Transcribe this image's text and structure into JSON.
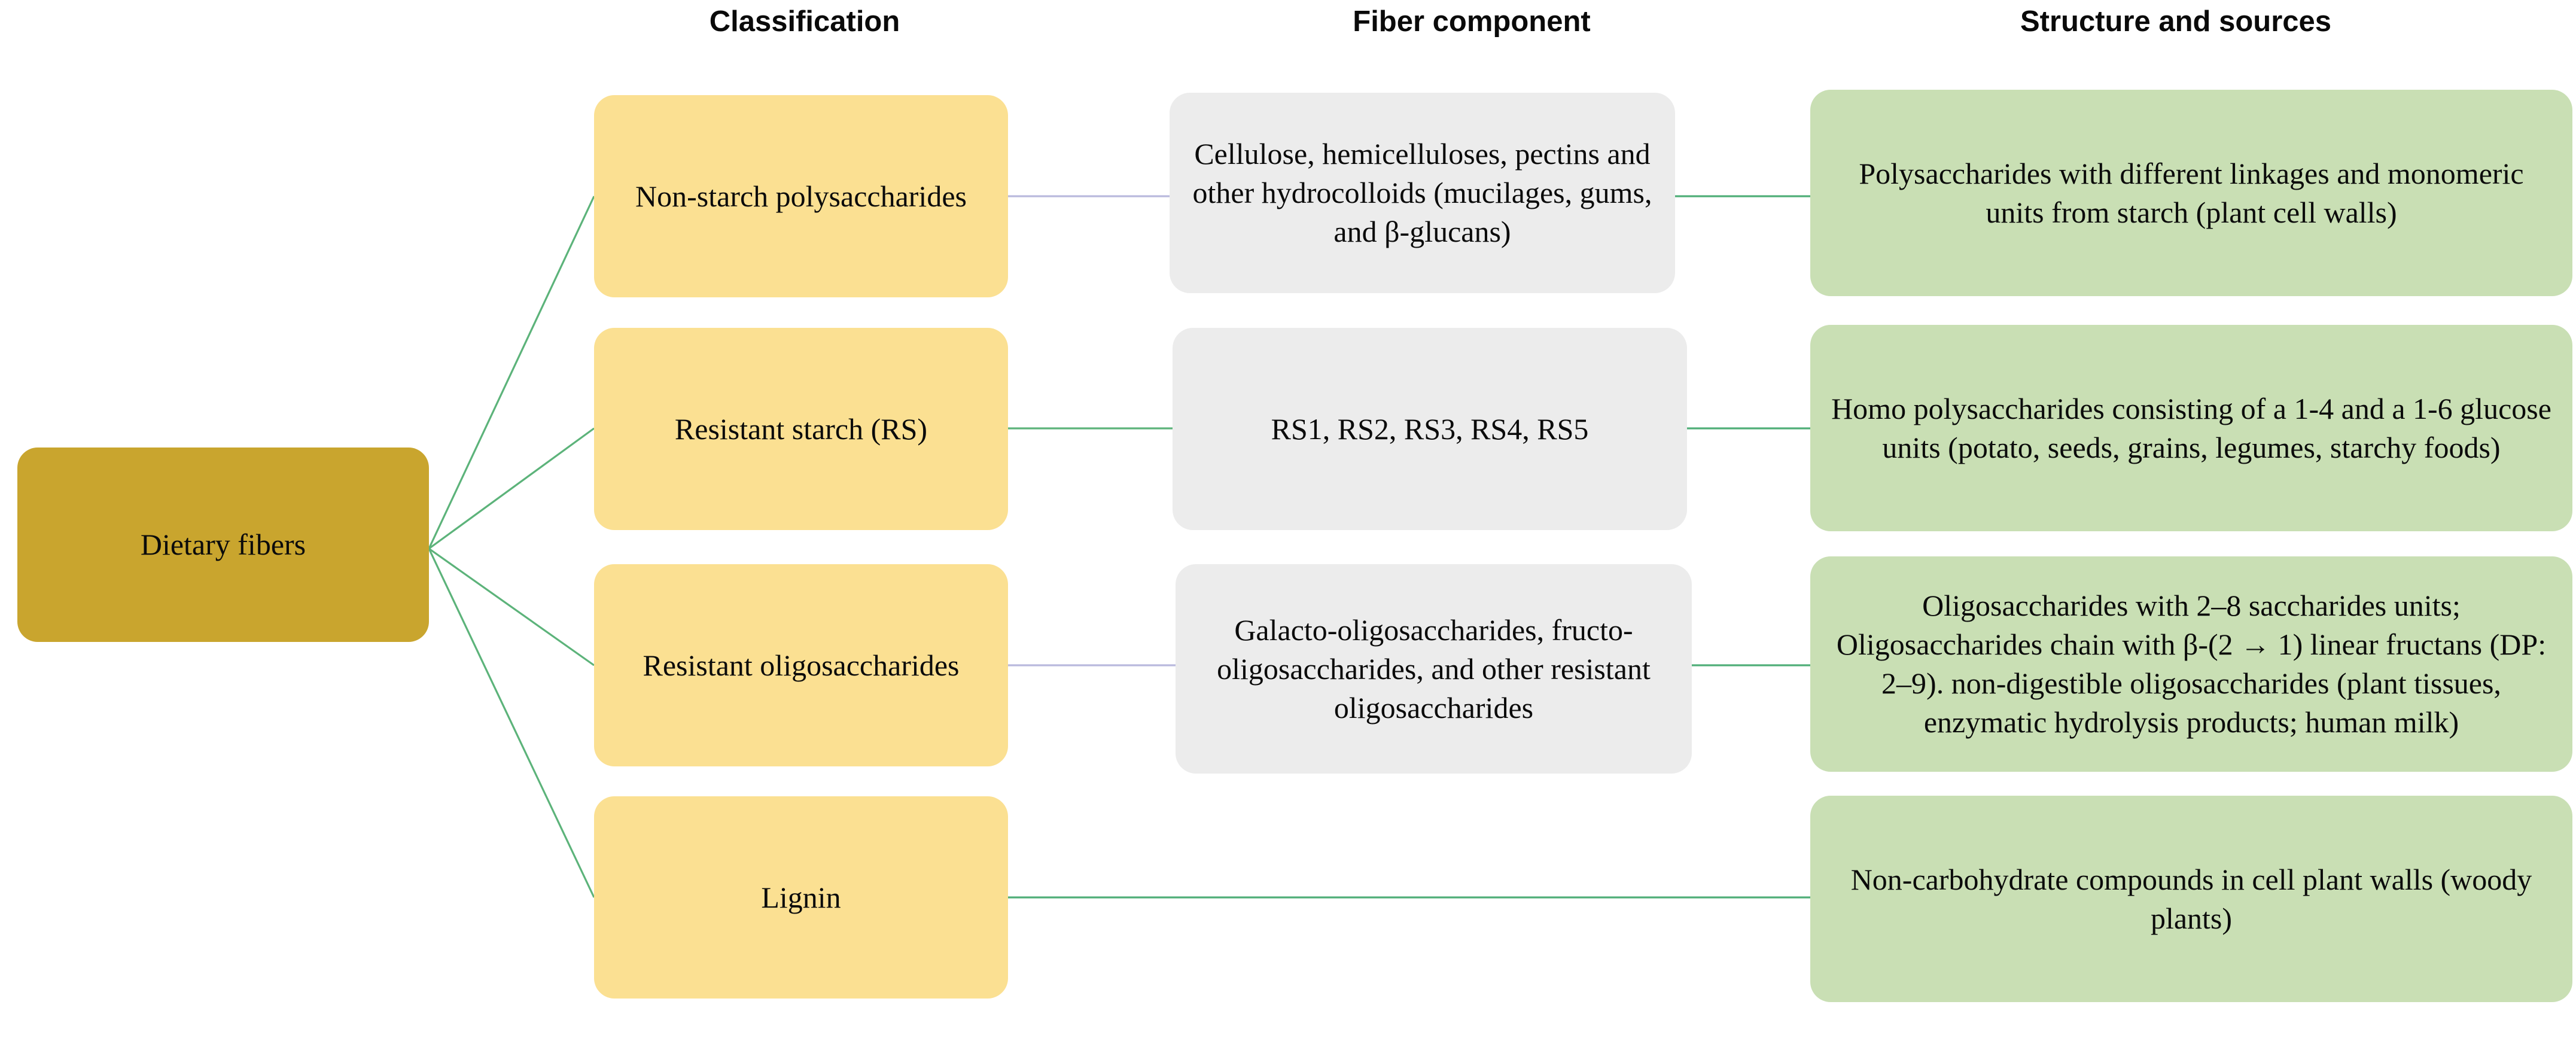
{
  "diagram": {
    "title": "Dietary fibers classification chart",
    "background": "#ffffff",
    "colors": {
      "root_fill": "#c9a52e",
      "classification_fill": "#fbe092",
      "fiber_component_fill": "#ececec",
      "structure_fill": "#c9dfb4",
      "connector_green": "#5cb37a",
      "connector_lavender": "#b9b9dd",
      "text": "#0b0b0b"
    }
  },
  "headers": [
    {
      "label": "Classification"
    },
    {
      "label": "Fiber component"
    },
    {
      "label": "Structure and sources"
    }
  ],
  "root": {
    "label": "Dietary fibers"
  },
  "rows": [
    {
      "classification": "Non-starch polysaccharides",
      "fiber_component": "Cellulose, hemicelluloses, pectins and other hydrocolloids (mucilages, gums, and β-glucans)",
      "structure_and_sources": "Polysaccharides with different linkages and monomeric units from starch (plant cell walls)"
    },
    {
      "classification": "Resistant starch (RS)",
      "fiber_component": "RS1, RS2, RS3, RS4, RS5",
      "structure_and_sources": "Homo polysaccharides consisting of a 1-4 and a 1-6 glucose units (potato, seeds, grains, legumes, starchy foods)"
    },
    {
      "classification": "Resistant oligosaccharides",
      "fiber_component": "Galacto-oligosaccharides, fructo-oligosaccharides, and other resistant oligosaccharides",
      "structure_and_sources": "Oligosaccharides with 2–8 saccharides units; Oligosaccharides chain with β-(2 → 1) linear fructans (DP: 2–9). non-digestible oligosaccharides (plant tissues, enzymatic hydrolysis products; human milk)"
    },
    {
      "classification": "Lignin",
      "fiber_component": "",
      "structure_and_sources": "Non-carbohydrate compounds in cell plant walls (woody plants)"
    }
  ]
}
